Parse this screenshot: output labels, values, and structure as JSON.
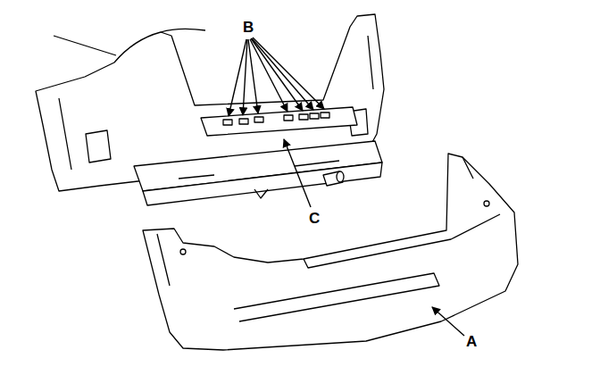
{
  "diagram": {
    "labels": [
      "B",
      "C",
      "A"
    ]
  }
}
